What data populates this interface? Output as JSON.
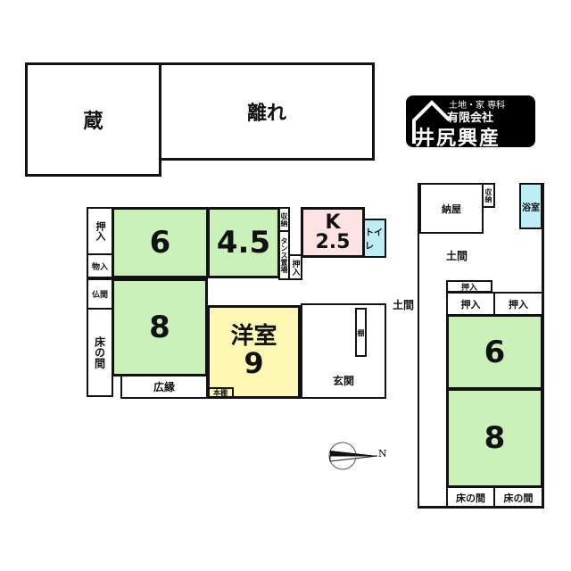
{
  "outbuildings": {
    "kura": "蔵",
    "hanare": "離れ"
  },
  "logo": {
    "line1": "土地・家 専科",
    "line2": "有限会社",
    "line3": "井尻興産"
  },
  "main": {
    "oshiire1": "押入",
    "monoire": "物入",
    "room6": "6",
    "room45": "4.5",
    "shuno": "収納",
    "tansu": "タンス置場",
    "oshiire2": "押入",
    "kitchen_k": "K",
    "kitchen_size": "2.5",
    "toilet": "トイレ",
    "butsuma": "仏間",
    "tokonoma": "床の間",
    "room8": "8",
    "hiroen": "広縁",
    "yoshitsu": "洋室",
    "yoshitsu_size": "9",
    "hondana": "本棚",
    "tana": "棚",
    "genkan": "玄関",
    "doma": "土間"
  },
  "annex": {
    "naya": "納屋",
    "shuno": "収納",
    "yokushitsu": "浴室",
    "doma": "土間",
    "oshiire_small": "押入",
    "oshiire_a": "押入",
    "oshiire_b": "押入",
    "room6": "6",
    "room8": "8",
    "tokonoma_a": "床の間",
    "tokonoma_b": "床の間"
  },
  "compass": {
    "label": "N"
  },
  "colors": {
    "tatami": "#c9f1b9",
    "kitchen": "#fde3e3",
    "wet": "#bdeef6",
    "western": "#fff8b4"
  }
}
